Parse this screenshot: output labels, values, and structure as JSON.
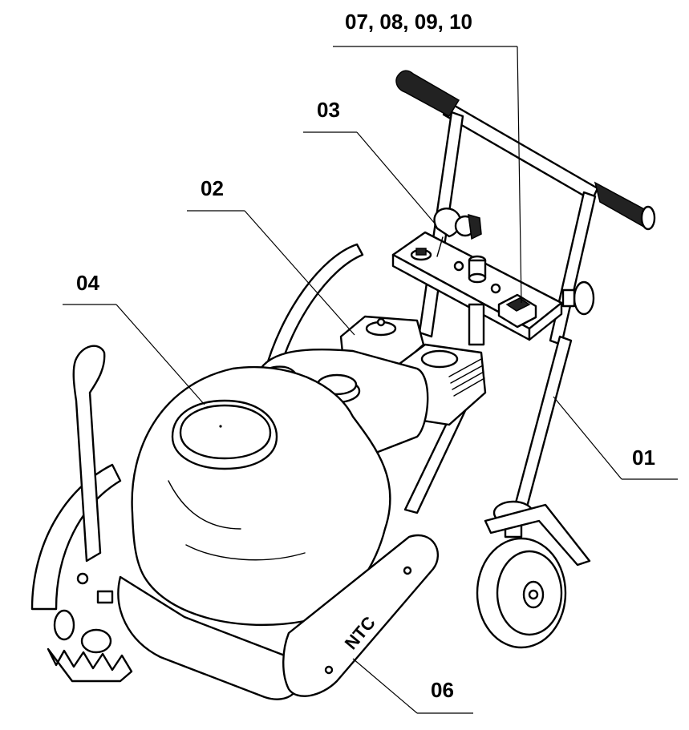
{
  "callouts": {
    "c0710": "07, 08, 09, 10",
    "c03": "03",
    "c02": "02",
    "c04": "04",
    "c01": "01",
    "c06": "06"
  },
  "brand_logo": "NTC",
  "colors": {
    "ink": "#000000",
    "paper": "#ffffff",
    "dark_fill": "#222222"
  }
}
